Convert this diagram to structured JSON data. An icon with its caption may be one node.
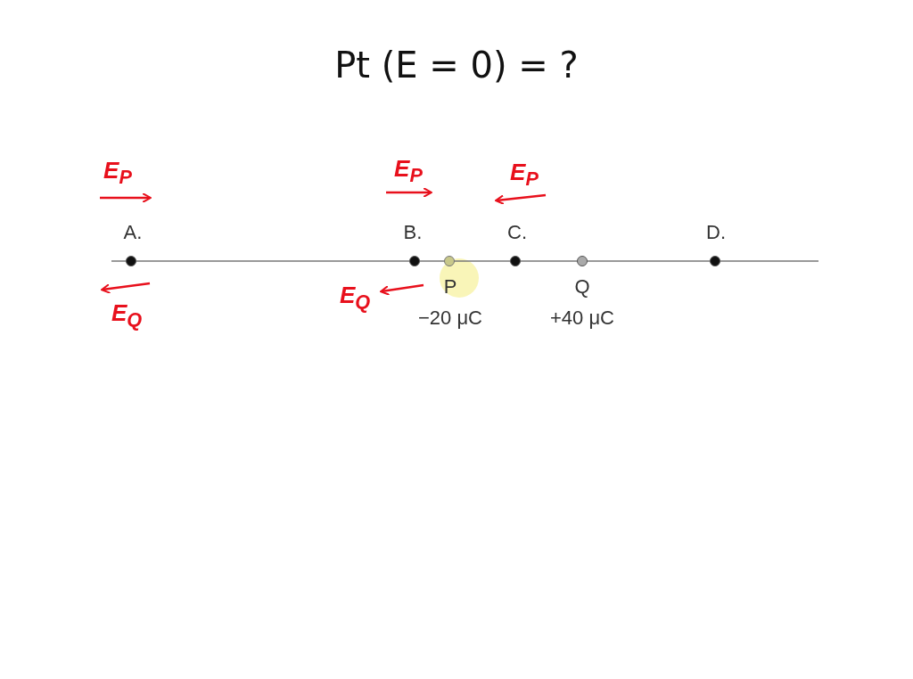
{
  "diagram": {
    "title": "Pt (E = 0) = ?",
    "labels": [
      "E$_{P}$",
      "E$_{P}$",
      "E$_{P}$",
      "A.",
      "B.",
      "C.",
      "D.",
      "P",
      "Q",
      "E$_{Q}$",
      "E$_{Q}$",
      "−20 μC",
      "+40 μC"
    ]
  }
}
